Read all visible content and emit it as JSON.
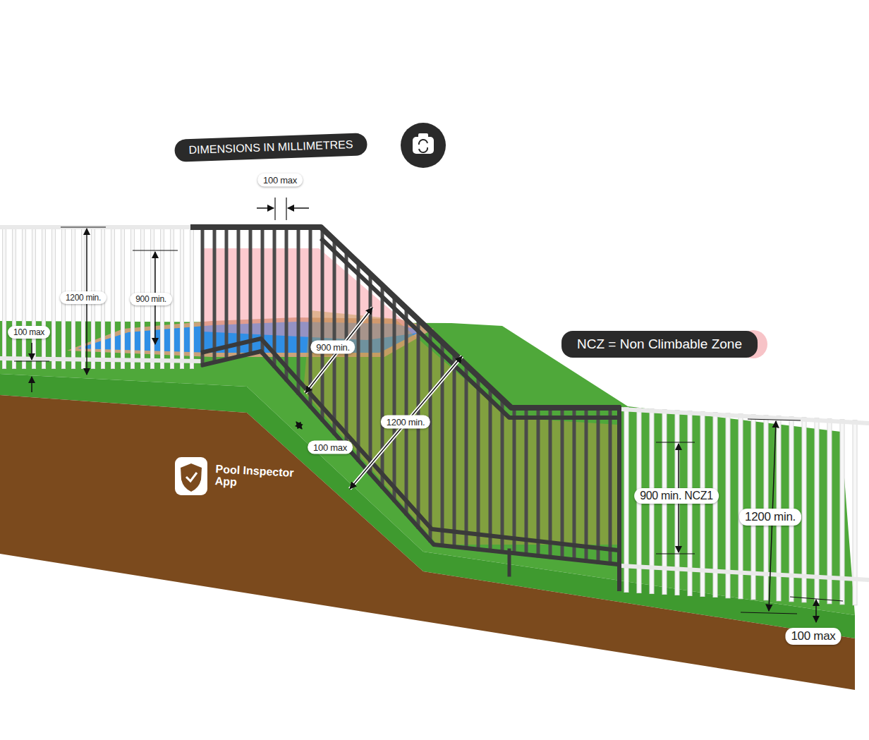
{
  "diagram": {
    "title": "DIMENSIONS IN MILLIMETRES",
    "labels": [
      "100 max",
      "1200 min.",
      "900 min.",
      "100 max",
      "900 min.",
      "1200 min.",
      "100 max",
      "900 min. NCZ1",
      "1200 min.",
      "100 max",
      "Pool Inspector App"
    ],
    "legend": [
      {
        "text": "NCZ = Non Climbable Zone",
        "color": "#f7c3c7"
      }
    ]
  }
}
